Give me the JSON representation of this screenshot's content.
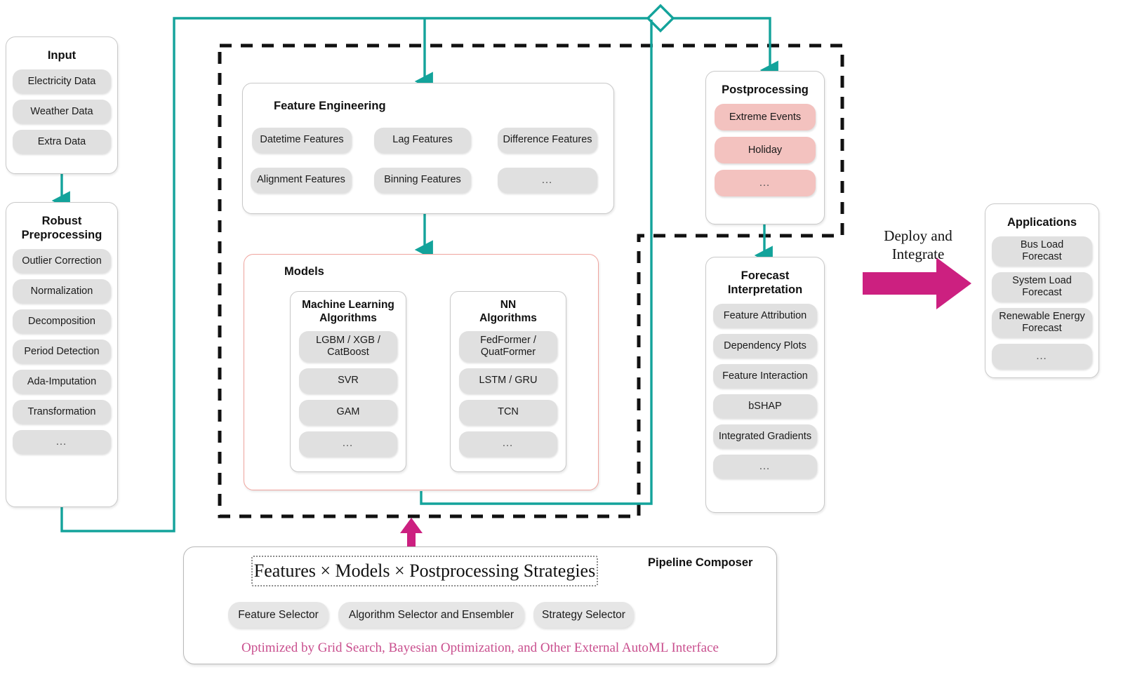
{
  "palette": {
    "teal": "#13a39b",
    "magenta": "#cc2080",
    "pink_pill": "#f3c2bf",
    "red_frame": "#f0a49e",
    "grey_pill": "#e0e0e0",
    "note_pink": "#c94f8e",
    "dash_black": "#111111"
  },
  "input": {
    "title": "Input",
    "items": [
      "Electricity Data",
      "Weather Data",
      "Extra Data"
    ]
  },
  "preprocessing": {
    "title": "Robust\nPreprocessing",
    "title_line1": "Robust",
    "title_line2": "Preprocessing",
    "items": [
      "Outlier Correction",
      "Normalization",
      "Decomposition",
      "Period Detection",
      "Ada-Imputation",
      "Transformation",
      "…"
    ]
  },
  "feature_engineering": {
    "title": "Feature Engineering",
    "items": [
      "Datetime Features",
      "Lag Features",
      "Difference Features",
      "Alignment Features",
      "Binning Features",
      "…"
    ]
  },
  "models": {
    "title": "Models",
    "ml": {
      "title_line1": "Machine Learning",
      "title_line2": "Algorithms",
      "items": [
        "LGBM / XGB /\nCatBoost",
        "SVR",
        "GAM",
        "…"
      ],
      "items_flat": [
        "LGBM / XGB / CatBoost",
        "SVR",
        "GAM",
        "…"
      ]
    },
    "nn": {
      "title_line1": "NN",
      "title_line2": "Algorithms",
      "items": [
        "FedFormer /\nQuatFormer",
        "LSTM / GRU",
        "TCN",
        "…"
      ],
      "items_flat": [
        "FedFormer / QuatFormer",
        "LSTM / GRU",
        "TCN",
        "…"
      ]
    }
  },
  "postprocessing": {
    "title": "Postprocessing",
    "items": [
      "Extreme Events",
      "Holiday",
      "…"
    ]
  },
  "forecast_interpretation": {
    "title_line1": "Forecast",
    "title_line2": "Interpretation",
    "items": [
      "Feature Attribution",
      "Dependency Plots",
      "Feature Interaction",
      "bSHAP",
      "Integrated Gradients",
      "…"
    ]
  },
  "applications": {
    "title": "Applications",
    "items": [
      "Bus Load\nForecast",
      "System Load\nForecast",
      "Renewable Energy\nForecast",
      "…"
    ],
    "items_flat": [
      "Bus Load Forecast",
      "System Load Forecast",
      "Renewable Energy Forecast",
      "…"
    ]
  },
  "deploy": {
    "label_line1": "Deploy and",
    "label_line2": "Integrate"
  },
  "composer": {
    "title": "Pipeline Composer",
    "formula": "Features × Models × Postprocessing Strategies",
    "selectors": [
      "Feature Selector",
      "Algorithm Selector and Ensembler",
      "Strategy Selector"
    ],
    "note": "Optimized by Grid Search, Bayesian Optimization, and Other External AutoML Interface"
  }
}
